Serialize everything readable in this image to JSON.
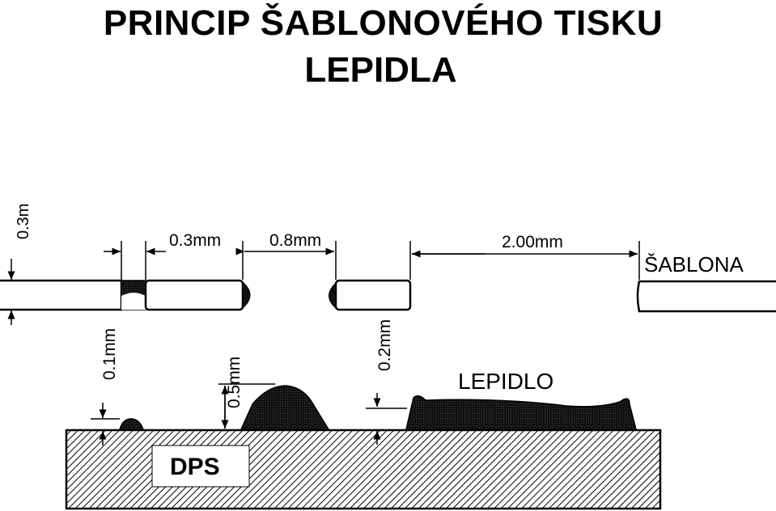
{
  "title": {
    "line1": "PRINCIP ŠABLONOVÉHO TISKU",
    "line2": "LEPIDLA"
  },
  "labels": {
    "stencil_thickness": "0.3m",
    "aperture_small": "0.3mm",
    "gap": "0.8mm",
    "aperture_large": "2.00mm",
    "stencil": "ŠABLONA",
    "height_small": "0.1mm",
    "height_mid": "0.5mm",
    "height_large": "0.2mm",
    "adhesive": "LEPIDLO",
    "board": "DPS"
  },
  "colors": {
    "ink": "#000000",
    "background": "#ffffff",
    "adhesive_fill": "#1a1a1a"
  }
}
